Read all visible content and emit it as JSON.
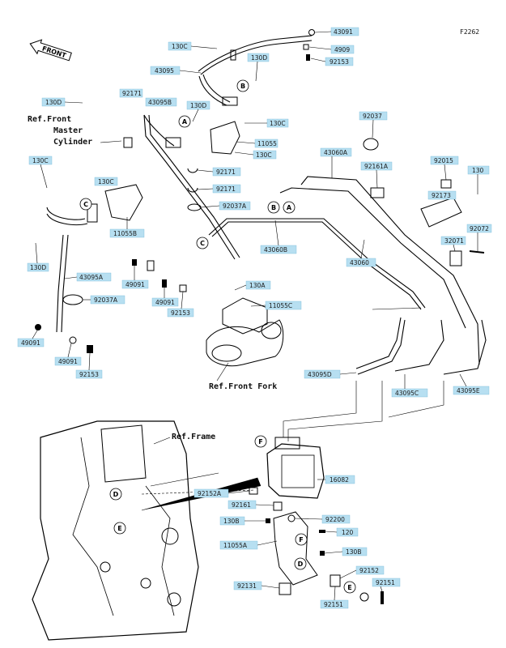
{
  "diagram_code": "F2262",
  "front_label": "FRONT",
  "refs": {
    "master_cylinder_1": "Ref.Front",
    "master_cylinder_2": "Master",
    "master_cylinder_3": "Cylinder",
    "front_fork": "Ref.Front Fork",
    "frame": "Ref.Frame"
  },
  "circle_letters": [
    "A",
    "B",
    "C",
    "D",
    "E",
    "F"
  ],
  "parts": {
    "p43091": "43091",
    "p4909": "4909",
    "p92153_top": "92153",
    "p130C_top": "130C",
    "p43095": "43095",
    "p130D_top": "130D",
    "p92171_a": "92171",
    "p43095B": "43095B",
    "p130D_mc": "130D",
    "p130D_left": "130D",
    "p130C_mid": "130C",
    "p130C_lower": "130C",
    "p11055": "11055",
    "p92037": "92037",
    "p130C_left": "130C",
    "p130C_bracket": "130C",
    "p43060A": "43060A",
    "p92161A": "92161A",
    "p92015": "92015",
    "p130_right": "130",
    "p92171_b": "92171",
    "p92171_c": "92171",
    "p92037A_top": "92037A",
    "p92173": "92173",
    "p11055B": "11055B",
    "p92072": "92072",
    "p43060B": "43060B",
    "p32071": "32071",
    "p43060": "43060",
    "p130D_bottom": "130D",
    "p43095A": "43095A",
    "p49091_a": "49091",
    "p130A": "130A",
    "p49091_b": "49091",
    "p92153_mid": "92153",
    "p92037A_left": "92037A",
    "p11055C": "11055C",
    "p49091_c": "49091",
    "p49091_d": "49091",
    "p92153_bottom": "92153",
    "p43095D": "43095D",
    "p43095C": "43095C",
    "p43095E": "43095E",
    "p16082": "16082",
    "p92152A": "92152A",
    "p92161": "92161",
    "p92200": "92200",
    "p130B_a": "130B",
    "p120": "120",
    "p11055A": "11055A",
    "p130B_b": "130B",
    "p92152": "92152",
    "p92131": "92131",
    "p92151_a": "92151",
    "p92151_b": "92151"
  }
}
